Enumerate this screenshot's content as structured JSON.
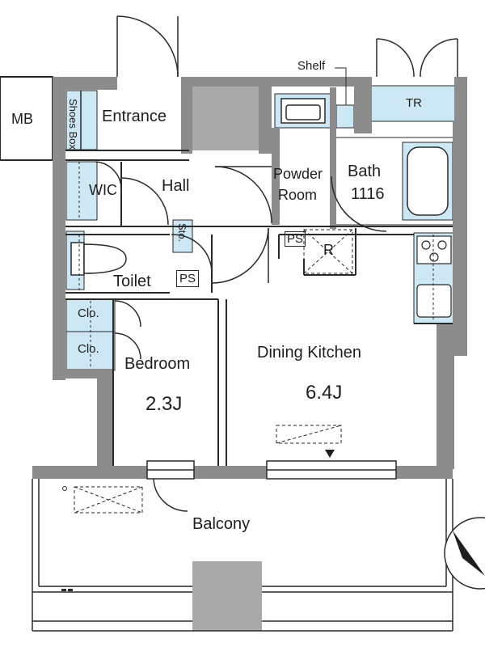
{
  "rooms": {
    "entrance": "Entrance",
    "shoes_box": "Shoes Box",
    "hall": "Hall",
    "wic": "WIC",
    "powder_room_line1": "Powder",
    "powder_room_line2": "Room",
    "bath_line1": "Bath",
    "bath_line2": "1116",
    "toilet": "Toilet",
    "dining_kitchen": "Dining Kitchen",
    "dining_kitchen_size": "6.4J",
    "bedroom": "Bedroom",
    "bedroom_size": "2.3J",
    "balcony": "Balcony"
  },
  "fixtures": {
    "mb": "MB",
    "tr": "TR",
    "shelf": "Shelf",
    "ps_toilet": "PS",
    "ps_kitchen": "PS",
    "sto": "Sto.",
    "r": "R",
    "clo_1": "Clo.",
    "clo_2": "Clo."
  },
  "colors": {
    "wall": "#8c8c8c",
    "wall_dark": "#5a5a5a",
    "storage_blue": "#cce8f4",
    "line": "#2a2a2a",
    "pillar": "#a9a9a9"
  }
}
